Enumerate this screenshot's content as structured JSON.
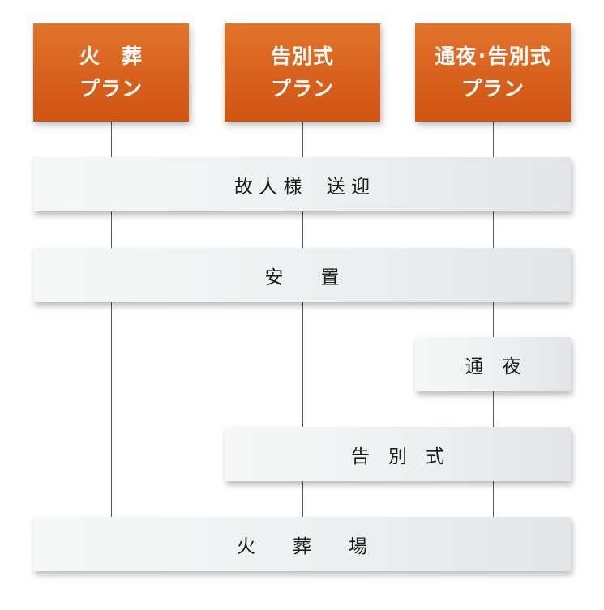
{
  "plans": [
    {
      "line1": "火　葬",
      "line2": "プラン"
    },
    {
      "line1": "告別式",
      "line2": "プラン"
    },
    {
      "line1": "通夜･告別式",
      "line2": "プラン"
    }
  ],
  "steps": {
    "transport": "故 人 様　 送 迎",
    "rest": "安　　置",
    "wake": "通　夜",
    "farewell": "告　別　式",
    "crematorium": "火　　葬　　場"
  },
  "colors": {
    "plan_bg": "#d8611d",
    "plan_text": "#ffffff",
    "step_bg": "#eef1f1",
    "step_text": "#1a1a1a",
    "connector": "#5a5a5a"
  }
}
